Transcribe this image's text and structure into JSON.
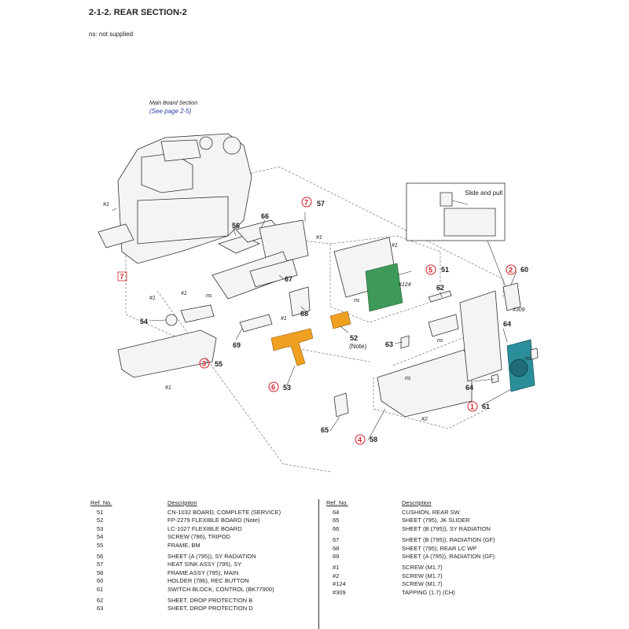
{
  "header": {
    "title": "2-1-2. REAR SECTION-2",
    "ns_note": "ns: not supplied"
  },
  "diagram": {
    "main_board_section": "Main Board Section",
    "see_page": "(See page 2-5)",
    "slide_and_pull": "Slide and pull",
    "note": "(Note)",
    "ns": "ns",
    "circled_labels": [
      "7",
      "7",
      "5",
      "2",
      "3",
      "6",
      "4",
      "1"
    ],
    "part_labels": [
      "51",
      "52",
      "53",
      "54",
      "55",
      "56",
      "57",
      "58",
      "60",
      "61",
      "62",
      "63",
      "64",
      "65",
      "66",
      "67",
      "68",
      "69"
    ],
    "screw_labels": [
      "#1",
      "#2",
      "#124",
      "#309"
    ]
  },
  "table": {
    "ref_header": "Ref. No.",
    "desc_header": "Description",
    "left": [
      {
        "ref": "51",
        "desc": "CN-1032 BOARD, COMPLETE (SERVICE)"
      },
      {
        "ref": "52",
        "desc": "FP-2279 FLEXIBLE BOARD (Note)"
      },
      {
        "ref": "53",
        "desc": "LC-1027 FLEXIBLE BOARD"
      },
      {
        "ref": "54",
        "desc": "SCREW (786), TRIPOD"
      },
      {
        "ref": "55",
        "desc": "FRAME, BM"
      },
      {
        "ref": "56",
        "desc": "SHEET (A (795)), SY RADIATION"
      },
      {
        "ref": "57",
        "desc": "HEAT SINK ASSY (795), SY"
      },
      {
        "ref": "58",
        "desc": "FRAME ASSY (795), MAIN"
      },
      {
        "ref": "60",
        "desc": "HOLDER (786), REC BUTTON"
      },
      {
        "ref": "61",
        "desc": "SWITCH BLOCK, CONTROL (BK77900)"
      },
      {
        "ref": "62",
        "desc": "SHEET, DROP PROTECTION B"
      },
      {
        "ref": "63",
        "desc": "SHEET, DROP PROTECTION D"
      }
    ],
    "right": [
      {
        "ref": "64",
        "desc": "CUSHION, REAR SW"
      },
      {
        "ref": "65",
        "desc": "SHEET (795), JK SLIDER"
      },
      {
        "ref": "66",
        "desc": "SHEET (B (795)), SY RADIATION"
      },
      {
        "ref": "67",
        "desc": "SHEET (B (795)), RADIATION (GF)"
      },
      {
        "ref": "68",
        "desc": "SHEET (795), REAR LC WP"
      },
      {
        "ref": "69",
        "desc": "SHEET (A (795)), RADIATION (GF)"
      },
      {
        "ref": "#1",
        "desc": "SCREW (M1.7)"
      },
      {
        "ref": "#2",
        "desc": "SCREW (M1.7)"
      },
      {
        "ref": "#124",
        "desc": "SCREW (M1.7)"
      },
      {
        "ref": "#309",
        "desc": "TAPPING (1.7) (CH)"
      }
    ]
  },
  "colors": {
    "accent_red": "#d41e24",
    "flex_orange": "#f0a020",
    "board_green": "#3e9a5a",
    "switch_teal": "#2a8f9a",
    "link_blue": "#2a3aa8"
  }
}
